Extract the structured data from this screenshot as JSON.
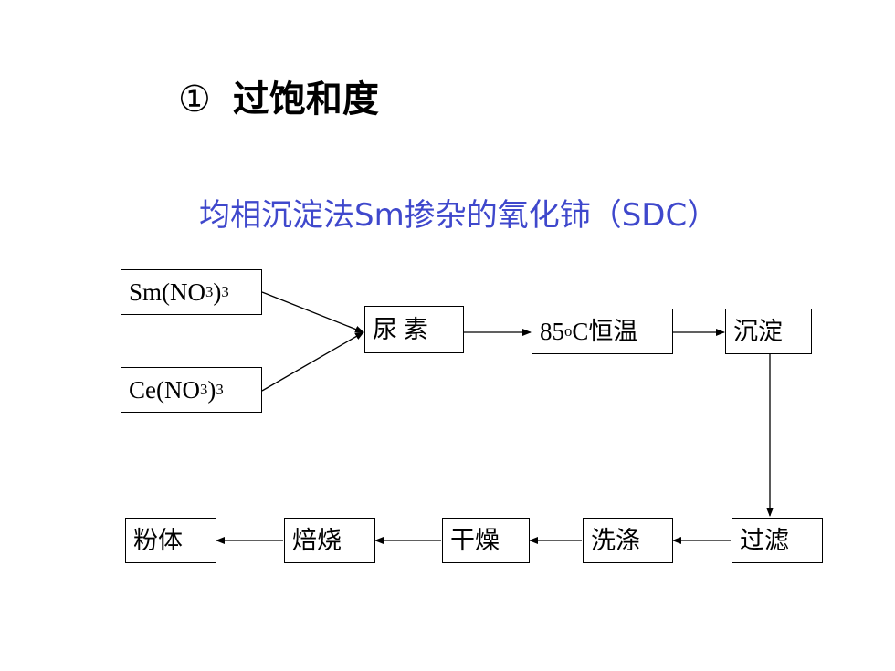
{
  "heading": {
    "number": "①",
    "text": "过饱和度"
  },
  "subtitle": "均相沉淀法Sm掺杂的氧化铈（SDC）",
  "flow": {
    "inputs": [
      {
        "prefix": "Sm(NO",
        "sub1": "3",
        "close": ")",
        "sub2": "3"
      },
      {
        "prefix": "Ce(NO",
        "sub1": "3",
        "close": ")",
        "sub2": "3"
      }
    ],
    "urea": "尿 素",
    "heat": {
      "value": "85",
      "deg": "o",
      "rest": "C恒温"
    },
    "precipitate": "沉淀",
    "filter": "过滤",
    "wash": "洗涤",
    "dry": "干燥",
    "calcine": "焙烧",
    "powder": "粉体"
  }
}
